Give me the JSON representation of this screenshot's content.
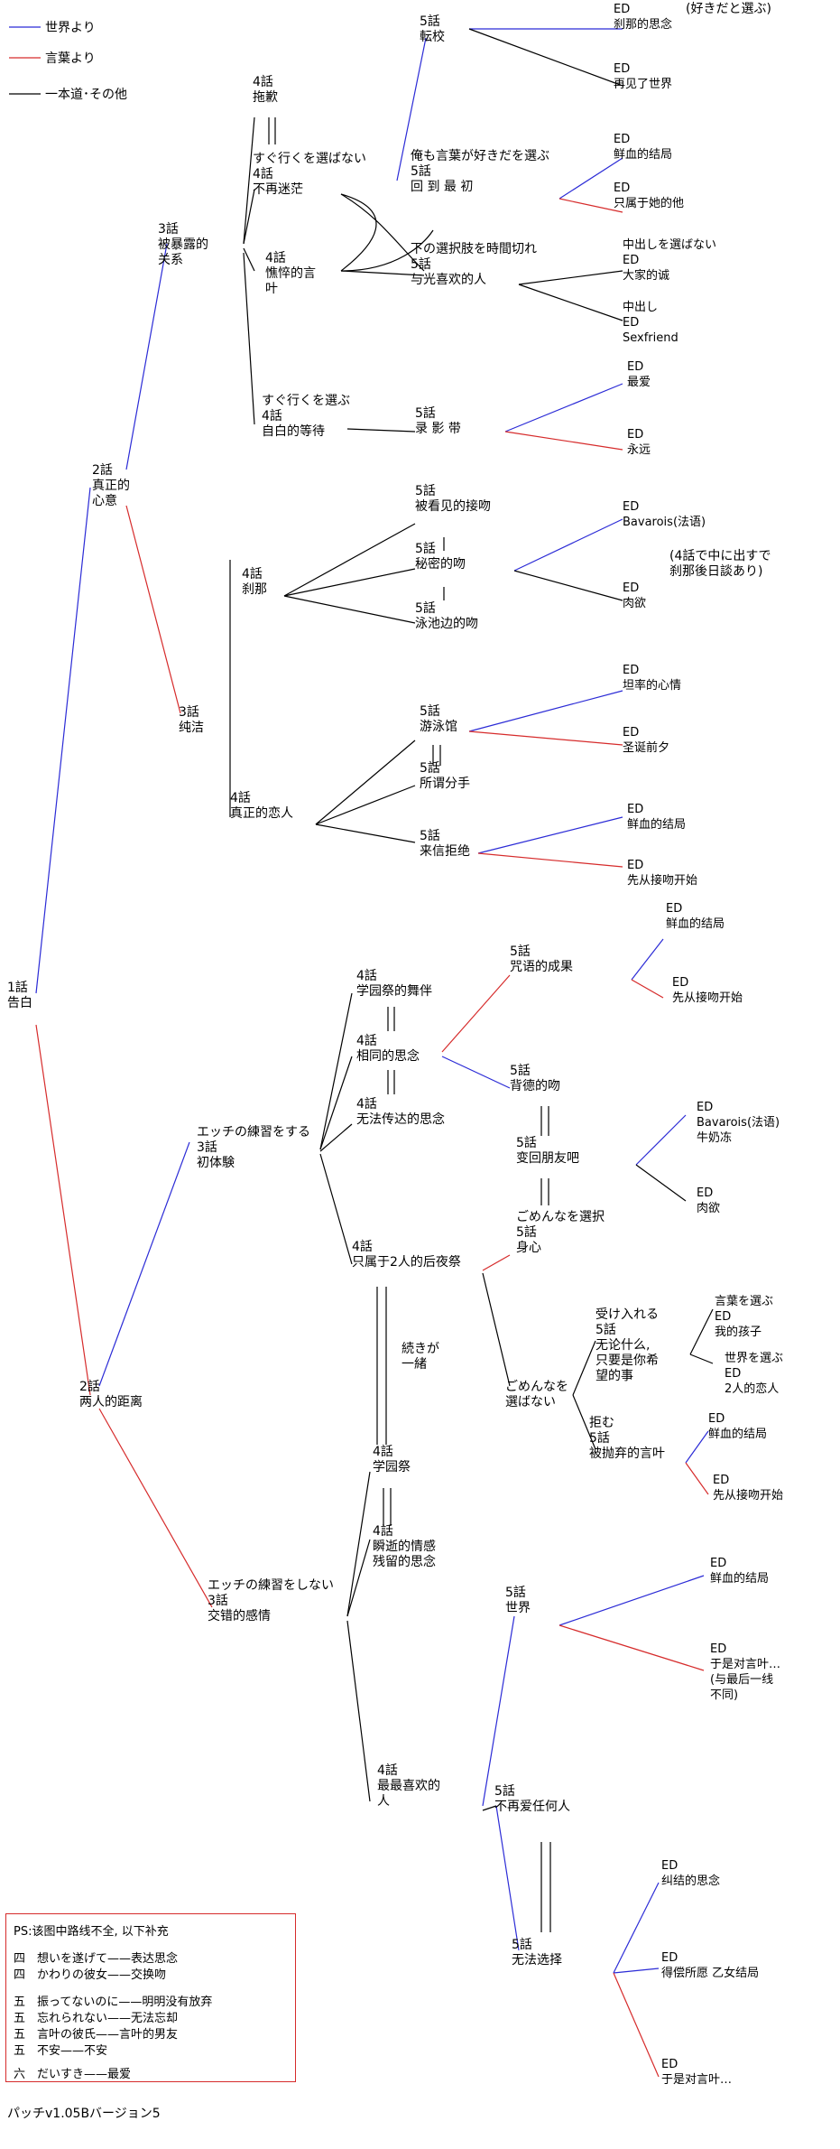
{
  "legend": [
    {
      "label": "世界より",
      "color": "#2b2bd6"
    },
    {
      "label": "言葉より",
      "color": "#d62b2b"
    },
    {
      "label": "一本道･その他",
      "color": "#000000"
    }
  ],
  "nodes": {
    "n1": [
      "1話",
      "告白"
    ],
    "n2a": [
      "2話",
      "真正的",
      "心意"
    ],
    "n2b": [
      "2話",
      "两人的距离"
    ],
    "n3a": [
      "3話",
      "被暴露的",
      "关系"
    ],
    "n3b": [
      "3話",
      "纯洁"
    ],
    "n3c": [
      "エッチの練習をする",
      "3話",
      "初体験"
    ],
    "n3d": [
      "エッチの練習をしない",
      "3話",
      "交错的感情"
    ],
    "n4a": [
      "4話",
      "拖歉"
    ],
    "n4b": [
      "すぐ行くを選ばない",
      "4話",
      "不再迷茫"
    ],
    "n4c": [
      "4話",
      "憔悴的言",
      "叶"
    ],
    "n4d": [
      "すぐ行くを選ぶ",
      "4話",
      "自白的等待"
    ],
    "n4e": [
      "4話",
      "刹那"
    ],
    "n4f": [
      "4話",
      "真正的恋人"
    ],
    "n4g": [
      "4話",
      "学园祭的舞伴"
    ],
    "n4h": [
      "4話",
      "相同的思念"
    ],
    "n4i": [
      "4話",
      "无法传达的思念"
    ],
    "n4j": [
      "4話",
      "只属于2人的后夜祭"
    ],
    "n4k": [
      "4話",
      "学园祭"
    ],
    "n4l": [
      "4話",
      "瞬逝的情感",
      "残留的思念"
    ],
    "n4m": [
      "4話",
      "最最喜欢的",
      "人"
    ],
    "n5a": [
      "5話",
      "転校"
    ],
    "n5b": [
      "俺も言葉が好きだを選ぶ",
      "5話",
      "回 到 最 初"
    ],
    "n5c": [
      "下の選択肢を時間切れ",
      "5話",
      "与光喜欢的人"
    ],
    "n5d": [
      "5話",
      "录 影 带"
    ],
    "n5e": [
      "5話",
      "被看见的接吻"
    ],
    "n5f": [
      "5話",
      "秘密的吻"
    ],
    "n5g": [
      "5話",
      "泳池边的吻"
    ],
    "n5h": [
      "5話",
      "游泳馆"
    ],
    "n5i": [
      "5話",
      "所谓分手"
    ],
    "n5j": [
      "5話",
      "来信拒绝"
    ],
    "n5k": [
      "5話",
      "咒语的成果"
    ],
    "n5l": [
      "5話",
      "背德的吻"
    ],
    "n5m": [
      "5話",
      "变回朋友吧"
    ],
    "n5n": [
      "ごめんなを選択",
      "5話",
      "身心"
    ],
    "n5o": [
      "ごめんなを",
      "選ばない"
    ],
    "n5p": [
      "受け入れる",
      "5話",
      "无论什么,",
      "只要是你希",
      "望的事"
    ],
    "n5q": [
      "拒む",
      "5話",
      "被抛弃的言叶"
    ],
    "n5r": [
      "5話",
      "世界"
    ],
    "n5s": [
      "5話",
      "不再爱任何人"
    ],
    "n5t": [
      "5話",
      "无法选择"
    ]
  },
  "endings": {
    "e1": [
      "ED",
      "刹那的思念"
    ],
    "e2": [
      "ED",
      "再见了世界"
    ],
    "e3": [
      "ED",
      "鲜血的结局"
    ],
    "e4": [
      "ED",
      "只属于她的他"
    ],
    "e5": [
      "中出しを選ばない",
      "ED",
      "大家的诚"
    ],
    "e6": [
      "中出し",
      "ED",
      "Sexfriend"
    ],
    "e7": [
      "ED",
      "最爱"
    ],
    "e8": [
      "ED",
      "永远"
    ],
    "e9": [
      "ED",
      "Bavarois(法语)"
    ],
    "e10": [
      "ED",
      "肉欲"
    ],
    "e11": [
      "ED",
      "坦率的心情"
    ],
    "e12": [
      "ED",
      "圣诞前夕"
    ],
    "e13": [
      "ED",
      "鲜血的结局"
    ],
    "e14": [
      "ED",
      "先从接吻开始"
    ],
    "e15": [
      "ED",
      "鲜血的结局"
    ],
    "e16": [
      "ED",
      "先从接吻开始"
    ],
    "e17": [
      "ED",
      "Bavarois(法语)",
      "牛奶冻"
    ],
    "e18": [
      "ED",
      "肉欲"
    ],
    "e19": [
      "言葉を選ぶ",
      "ED",
      "我的孩子"
    ],
    "e20": [
      "世界を選ぶ",
      "ED",
      "2人的恋人"
    ],
    "e21": [
      "ED",
      "鲜血的结局"
    ],
    "e22": [
      "ED",
      "先从接吻开始"
    ],
    "e23": [
      "ED",
      "鲜血的结局"
    ],
    "e24": [
      "ED",
      "于是对言叶…",
      "(与最后一线",
      "不同)"
    ],
    "e25": [
      "ED",
      "纠结的思念"
    ],
    "e26": [
      "ED",
      "得偿所愿 乙女结局"
    ],
    "e27": [
      "ED",
      "于是对言叶…"
    ]
  },
  "annotations": {
    "a1": [
      "(好きだと選ぶ)"
    ],
    "a2": [
      "(4話で中に出すで",
      "刹那後日談あり)"
    ],
    "a3": [
      "続きが",
      "一緒"
    ]
  },
  "note": {
    "title": "PS:该图中路线不全, 以下补充",
    "lines": [
      "四　想いを遂げて——表达思念",
      "四　かわりの彼女——交换吻",
      "五　振ってないのに——明明没有放弃",
      "五　忘れられない——无法忘却",
      "五　言叶の彼氏——言叶的男友",
      "五　不安——不安",
      "六　だいすき——最爱"
    ]
  },
  "footer": "パッチv1.05Bバージョン5"
}
